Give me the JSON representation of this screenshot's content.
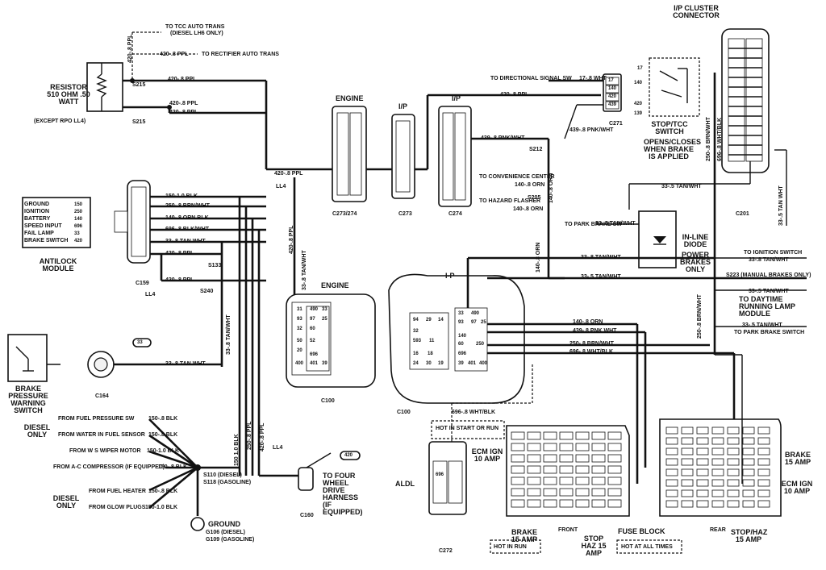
{
  "components": {
    "resistor": {
      "title": "RESISTOR 510 OHM .50 WATT",
      "note": "(EXCEPT RPO LL4)"
    },
    "antilock_module": {
      "title": "ANTILOCK MODULE",
      "connector": "C159",
      "pins": [
        "GROUND",
        "IGNITION",
        "BATTERY",
        "SPEED INPUT",
        "FAIL LAMP",
        "BRAKE SWITCH"
      ],
      "pin_numbers": [
        "150",
        "250",
        "140",
        "696",
        "33",
        "420"
      ]
    },
    "engine_connector": {
      "title": "ENGINE",
      "id": "C273/274"
    },
    "ip_connector_a": {
      "title": "I/P",
      "id": "C273"
    },
    "ip_connector_b": {
      "title": "I/P",
      "id": "C274"
    },
    "stop_tcc_switch": {
      "title": "STOP/TCC SWITCH",
      "note": "OPENS/CLOSES WHEN BRAKE IS APPLIED",
      "pins": [
        "17",
        "140",
        "420",
        "139"
      ]
    },
    "ip_cluster_connector": {
      "title": "I/P CLUSTER CONNECTOR",
      "id": "C201"
    },
    "c271": {
      "id": "C271",
      "pins": [
        "17",
        "140",
        "420",
        "439"
      ]
    },
    "inline_diode": {
      "title": "IN-LINE DIODE",
      "note": "POWER BRAKES ONLY"
    },
    "brake_pressure_switch": {
      "title": "BRAKE PRESSURE WARNING SWITCH",
      "connector": "C164",
      "pin": "33"
    },
    "c100_engine": {
      "title": "ENGINE",
      "id": "C100",
      "pins": [
        "31",
        "490",
        "33",
        "93",
        "97",
        "25",
        "32",
        "60",
        "50",
        "52",
        "20",
        "696",
        "400",
        "401",
        "39"
      ]
    },
    "c100_ip": {
      "title": "I-P",
      "id": "C100",
      "pins": [
        "94",
        "29",
        "14",
        "33",
        "490",
        "93",
        "97",
        "25",
        "32",
        "593",
        "11",
        "140",
        "60",
        "250",
        "16",
        "696",
        "18",
        "24",
        "30",
        "19",
        "39",
        "401",
        "400"
      ]
    },
    "aldl": {
      "title": "ALDL",
      "id": "C272",
      "pins": [
        "696"
      ]
    },
    "fuse_block": {
      "title": "FUSE BLOCK",
      "front": "FRONT",
      "rear": "REAR",
      "hot_all_times": "HOT AT ALL TIMES",
      "hot_in_run": "HOT IN RUN",
      "hot_in_start_run": "HOT IN START OR RUN",
      "ecm_ign_front": "ECM IGN 10 AMP",
      "brake_front": "BRAKE 15 AMP",
      "stop_haz_front": "STOP HAZ 15 AMP",
      "brake_rear": "BRAKE 15 AMP",
      "ecm_ign_rear": "ECM IGN 10 AMP",
      "stop_haz_rear": "STOP/HAZ 15 AMP"
    },
    "c160": {
      "id": "C160",
      "pin": "420",
      "note": "TO FOUR WHEEL DRIVE HARNESS (IF EQUIPPED)"
    },
    "ground": {
      "title": "GROUND",
      "ids": [
        "G106 (DIESEL)",
        "G109 (GASOLINE)"
      ]
    }
  },
  "splices": [
    "S215",
    "S215",
    "S133",
    "S240",
    "S212",
    "S205",
    "S223 (MANUAL BRAKES ONLY)",
    "S110 (DIESEL)",
    "S118 (GASOLINE)"
  ],
  "wire_labels": {
    "top_tcc": "TO TCC AUTO TRANS",
    "top_tcc_note": "(DIESEL LH6 ONLY)",
    "top_rect": "TO RECTIFIER AUTO TRANS",
    "w420_1": "420-.8 PPL",
    "w420_2": "420-.8 PPL",
    "w420_3": "420-.8 PPL",
    "w420_4": "420-.8 PPL",
    "w420_5": "420-.8 PPL",
    "w420_6": "420-.8 PPL",
    "w420_v": "420-.8 PPL",
    "w150": "150-1.0 BLK",
    "w250": "250-.8 BRN/WHT",
    "w140": "140-.8 ORN BLK",
    "w696": "696-.8 BLK/WHT",
    "w33": "33-.8 TAN WHT",
    "w420_m": "420-.8 PPL",
    "w33_ip": "33-.8 TAN/WHT",
    "w439": "439-.8 PNK/WHT",
    "w439_2": "439-.8 PNK/WHT",
    "w17": "17-.8 WHT",
    "w420_ts": "420-.8 PPL",
    "to_dir": "TO DIRECTIONAL SIGNAL SW",
    "to_conv": "TO CONVENIENCE CENTER",
    "w140_conv": "140-.8 ORN",
    "to_haz": "TO HAZARD FLASHER",
    "w140_haz": "140-.8 ORN",
    "w140_v": "140-.8 ORN",
    "w140_v2": "140-.8 ORN",
    "to_park": "TO PARK BRAKE SW",
    "w33_park": "33-.5 TAN/WHT",
    "w33_diode": "33-.5 TAN/WHT",
    "w250_cl": "250-.8 BRN/WHT",
    "w696_cl": "696-.8 WHT/BLK",
    "w33_cl": "33-.5 TAN WHT",
    "to_ign": "TO IGNITION SWITCH",
    "w33_ign": "33-.8 TAN/WHT",
    "w33_drl": "33-.5 TAN/WHT",
    "to_drl": "TO DAYTIME RUNNING LAMP MODULE",
    "w33_pb": "33-.5 TAN/WHT",
    "to_pb": "TO PARK BRAKE SWITCH",
    "w33_1": "33-.8 TAN/WHT",
    "w33_2": "33-.5 TAN/WHT",
    "w140_c": "140-.8 ORN",
    "w439_c": "439-.8 PNK WHT",
    "w250_c": "250-.8 BRN/WHT",
    "w696_c": "696-.8 WHT/BLK",
    "w696_aldl": "696-.8 WHT/BLK",
    "w250_v": "250-.8 BRN/WHT",
    "w33_bps": "33-.8 TAN WHT",
    "w150_v": "150 1.0 BLK",
    "w250_v2": "250-.8 PPL",
    "w420_v2": "420-.8 PPL",
    "w33_v": "33-.8 TAN/WHT",
    "ll4_1": "LL4",
    "ll4_2": "LL4",
    "ll4_3": "LL4",
    "from_fp": "FROM FUEL PRESSURE SW",
    "w150_fp": "150-.8 BLK",
    "from_wif": "FROM WATER IN FUEL SENSOR",
    "w150_wif": "150-.8 BLK",
    "from_ws": "FROM W S WIPER MOTOR",
    "w150_ws": "150-1.0 BLK",
    "from_ac": "FROM A-C COMPRESSOR (IF EQUIPPED)",
    "w150_ac": "150-.8 BLK",
    "from_fh": "FROM FUEL HEATER",
    "w150_fh": "150-.8 BLK",
    "from_gp": "FROM GLOW PLUGS",
    "w150_gp": "150-1.0 BLK",
    "diesel_only_1": "DIESEL ONLY",
    "diesel_only_2": "DIESEL ONLY",
    "w33_diode2": "33-.5 TAN/WHT"
  }
}
